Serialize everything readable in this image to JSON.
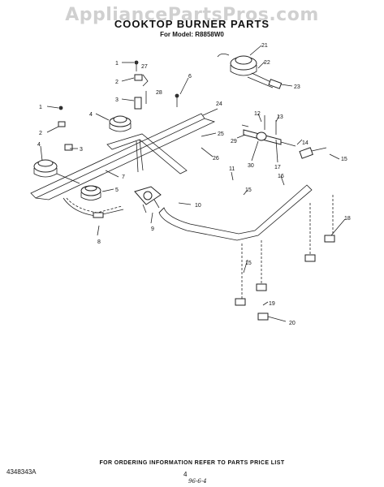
{
  "watermark": "AppliancePartsPros.com",
  "title": "COOKTOP BURNER PARTS",
  "model_line": "For Model: R8858W0",
  "footer_note": "FOR ORDERING INFORMATION REFER TO PARTS PRICE LIST",
  "part_number": "4348343A",
  "page_number": "4",
  "handwritten_note": "96-6-4",
  "callouts": [
    "1",
    "2",
    "3",
    "4",
    "5",
    "6",
    "7",
    "8",
    "9",
    "10",
    "11",
    "12",
    "13",
    "14",
    "15",
    "16",
    "17",
    "18",
    "19",
    "20",
    "21",
    "22",
    "23",
    "24",
    "25",
    "26",
    "27",
    "28",
    "29",
    "30"
  ]
}
